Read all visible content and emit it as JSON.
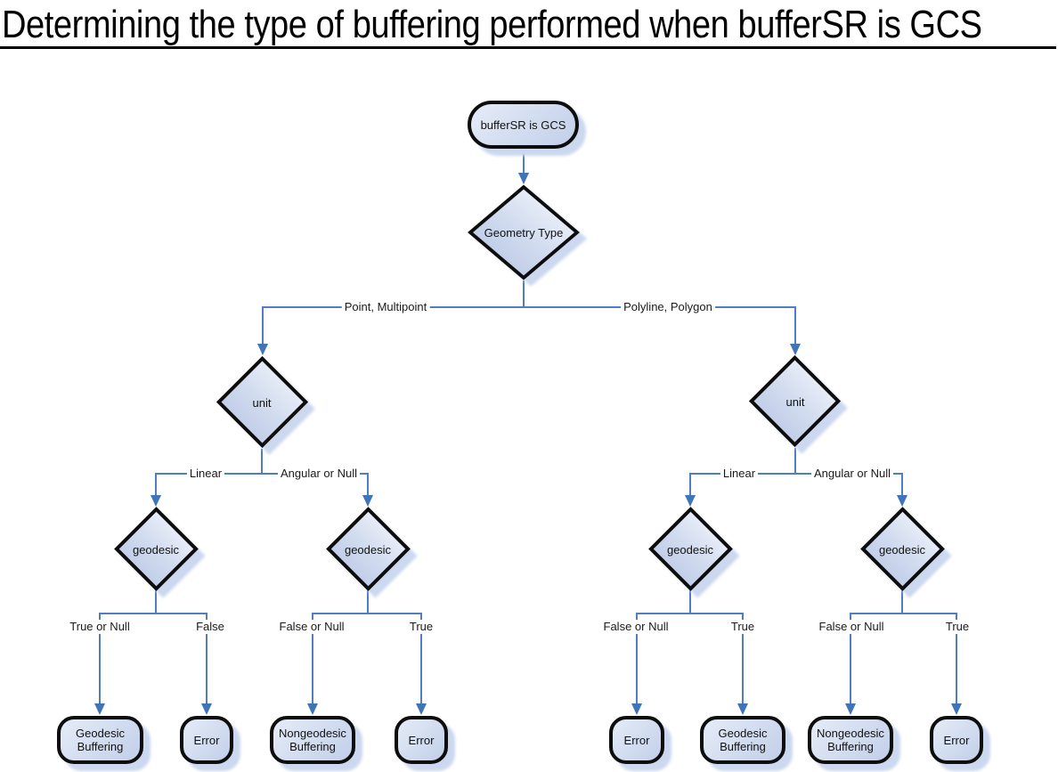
{
  "title": "Determining the type of buffering performed when bufferSR is GCS",
  "nodes": {
    "start": "bufferSR is GCS",
    "geometry_type": "Geometry Type",
    "unit": "unit",
    "geodesic": "geodesic",
    "geodesic_buffering": "Geodesic Buffering",
    "nongeodesic_buffering": "Nongeodesic Buffering",
    "error": "Error"
  },
  "edges": {
    "point_multipoint": "Point, Multipoint",
    "polyline_polygon": "Polyline, Polygon",
    "linear": "Linear",
    "angular_or_null": "Angular or Null",
    "true_or_null": "True or Null",
    "false_label": "False",
    "false_or_null": "False or Null",
    "true_label": "True"
  },
  "colors": {
    "connector": "#4f7fc1",
    "arrowhead": "#3f74b8",
    "shape_border": "#0d0d0d",
    "shape_fill_light": "#e6ecf7",
    "shape_fill_dark": "#c2cfe9",
    "shape_shadow": "#cbd8ef",
    "title_color": "#000000"
  }
}
